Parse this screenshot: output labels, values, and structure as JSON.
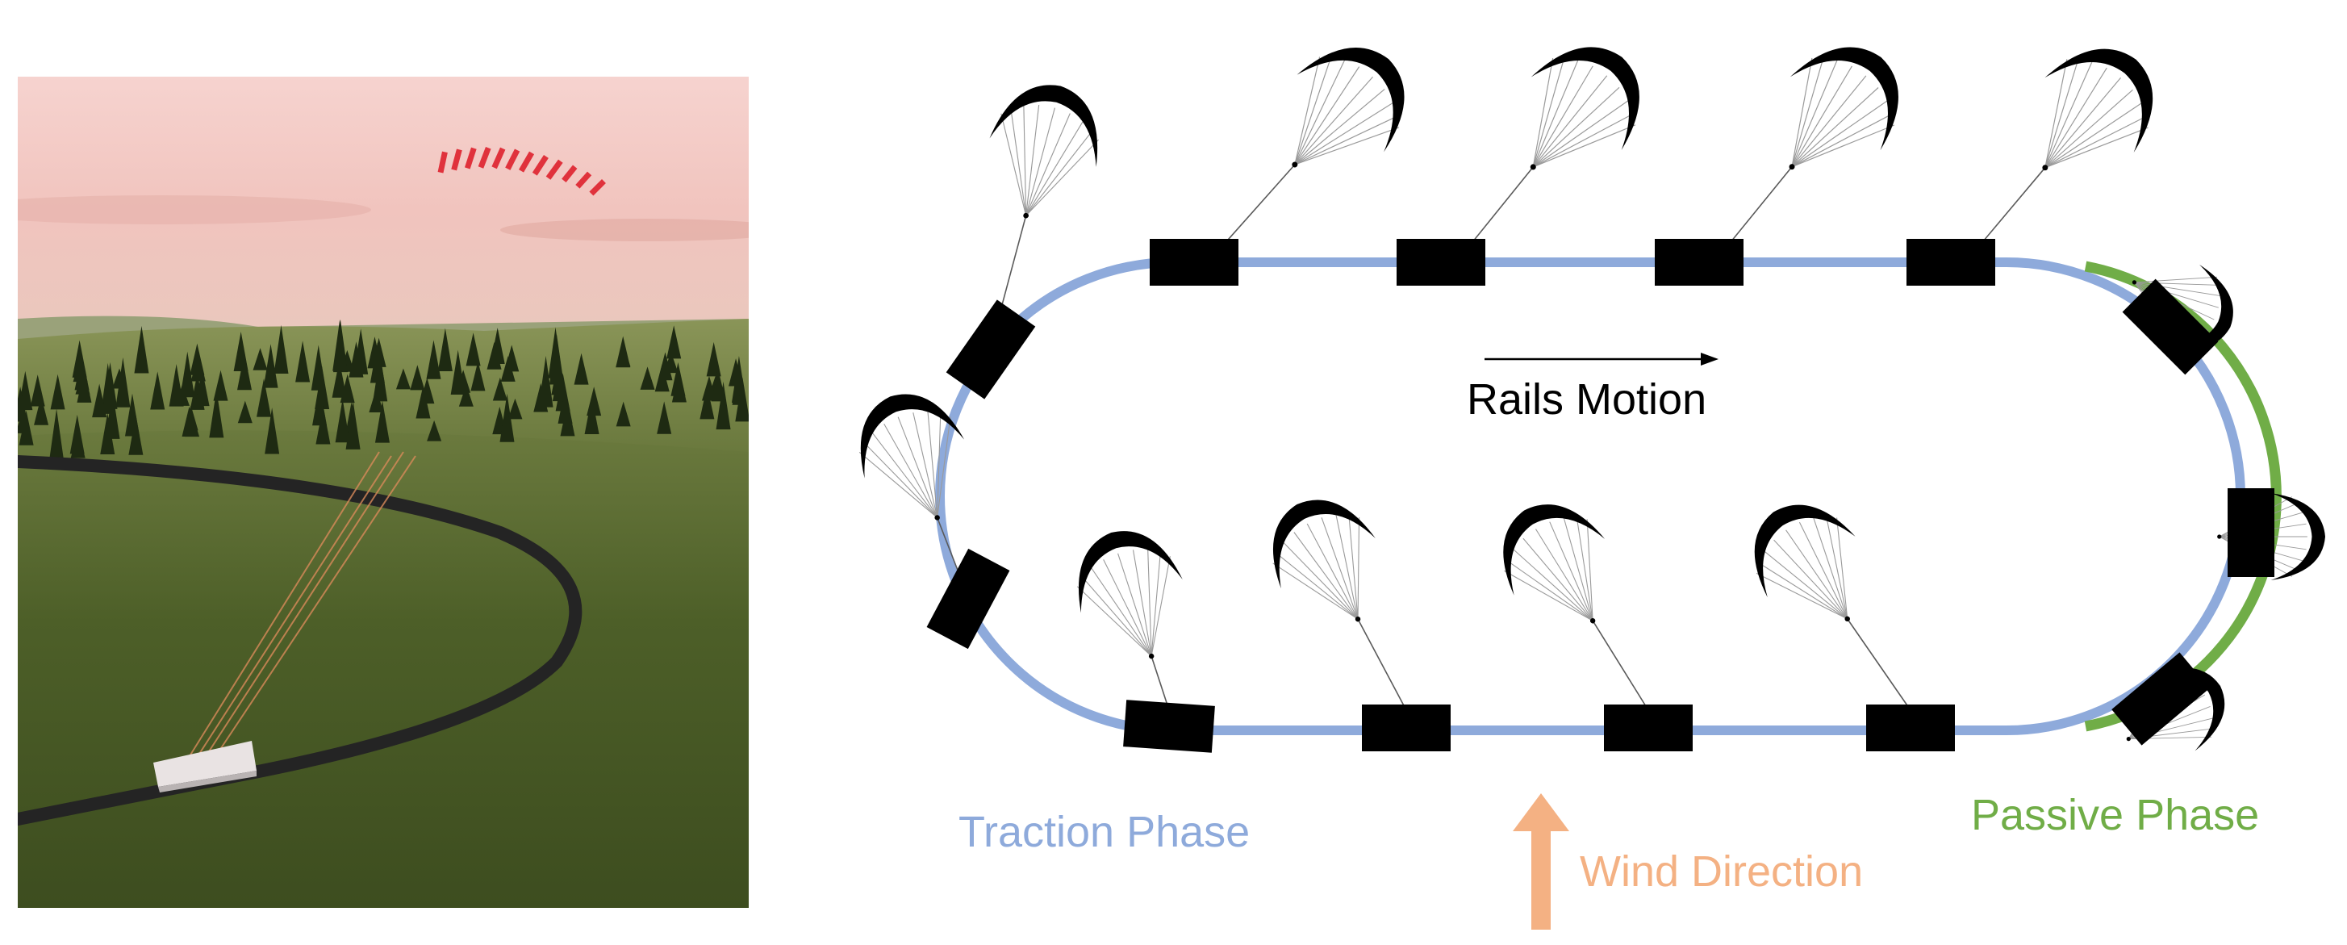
{
  "labels": {
    "rails_motion": "Rails Motion",
    "traction_phase": "Traction Phase",
    "passive_phase": "Passive Phase",
    "wind_direction": "Wind Direction"
  },
  "colors": {
    "traction_phase": "#8eaadb",
    "passive_phase": "#70ad47",
    "wind_direction": "#f4b183",
    "cart": "#000000",
    "kite_canopy": "#000000",
    "kite_lines": "#5a5a5a",
    "sky": "#f3c7c3",
    "grass": "#4a5c27",
    "track": "#2b2b2b",
    "photo_kite": "#e0323c"
  },
  "icons": {
    "cart": "cart-icon",
    "kite": "kite-icon",
    "wind_arrow": "wind-arrow-icon",
    "motion_arrow": "rails-motion-arrow-icon"
  }
}
